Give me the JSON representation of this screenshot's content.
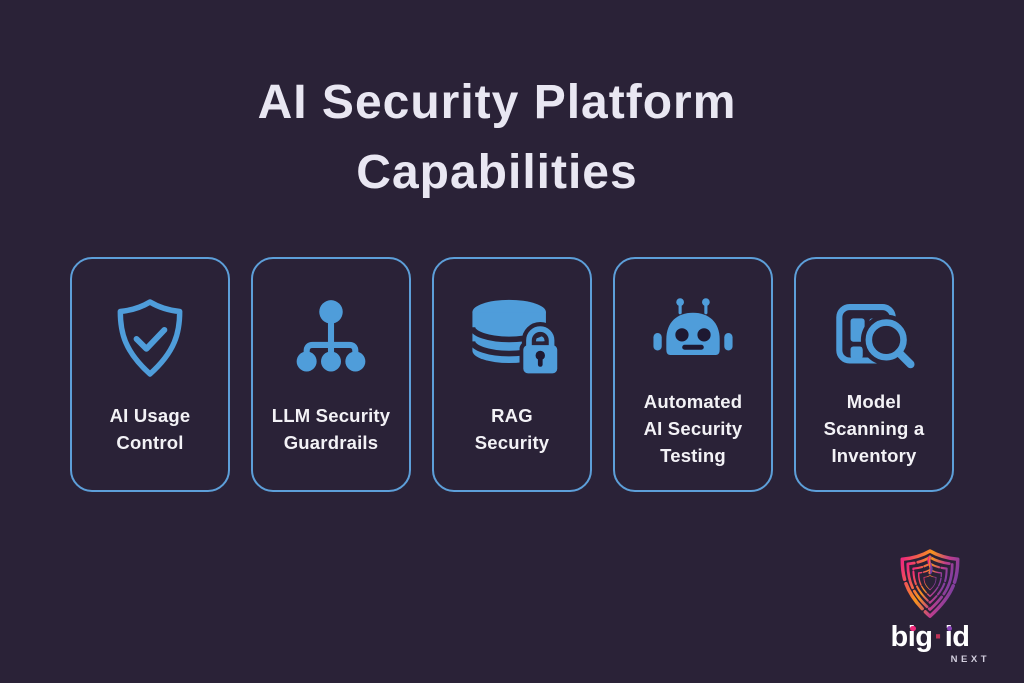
{
  "page": {
    "background_color": "#2a2237",
    "accent_blue": "#4f9dda",
    "card_border_color": "#5d9fd9",
    "title_color": "#e9e7f2",
    "label_color": "#f3f2f6"
  },
  "header": {
    "title": "AI Security Platform\nCapabilities"
  },
  "cards": [
    {
      "icon": "shield-check-icon",
      "label": "AI Usage\nControl"
    },
    {
      "icon": "hierarchy-icon",
      "label": "LLM Security\nGuardrails"
    },
    {
      "icon": "database-lock-icon",
      "label": "RAG\nSecurity"
    },
    {
      "icon": "robot-icon",
      "label": "Automated\nAI Security\nTesting"
    },
    {
      "icon": "document-search-icon",
      "label": "Model\nScanning a\nInventory"
    }
  ],
  "logo": {
    "brand_left": "big",
    "separator": "·",
    "brand_right": "id",
    "sub_label": "NEXT",
    "mark": "fingerprint-shield",
    "colors": {
      "pink": "#ee2a7b",
      "orange": "#f7941d",
      "purple": "#7c3aa5",
      "dot_red": "#c13358",
      "text": "#ffffff"
    }
  }
}
